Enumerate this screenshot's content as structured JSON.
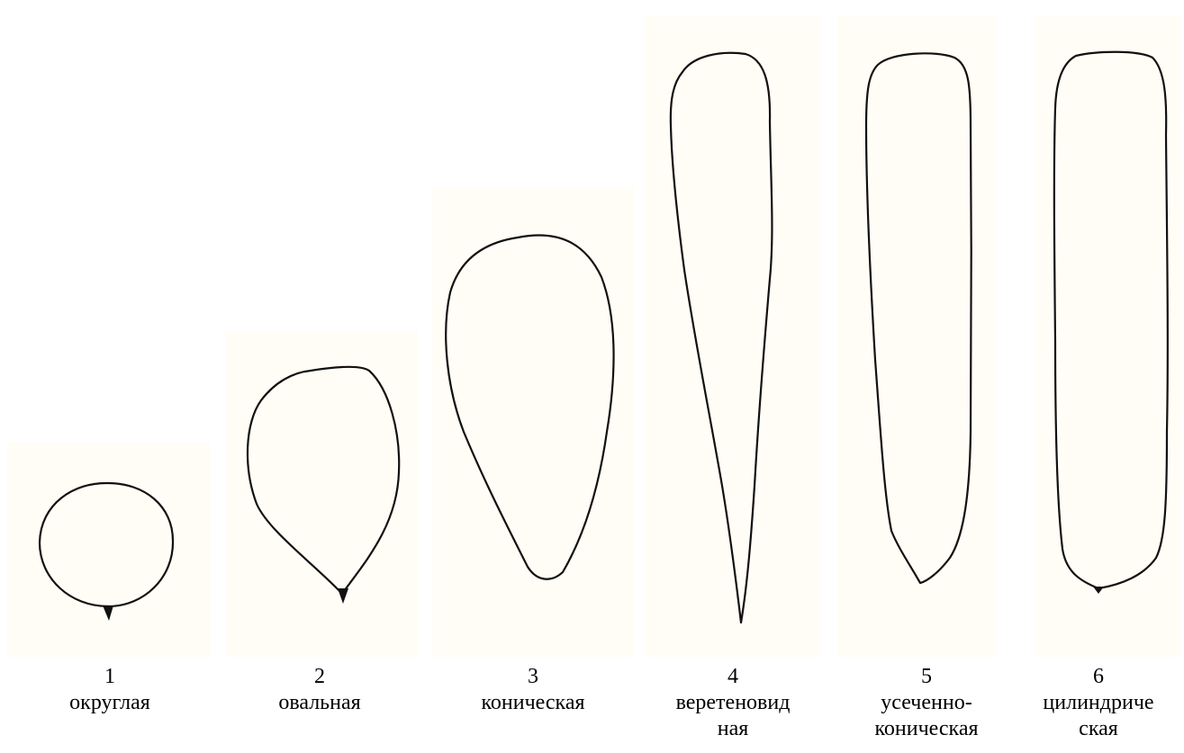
{
  "shapes": [
    {
      "number": "1",
      "name": [
        "округлая"
      ]
    },
    {
      "number": "2",
      "name": [
        "овальная"
      ]
    },
    {
      "number": "3",
      "name": [
        "коническая"
      ]
    },
    {
      "number": "4",
      "name": [
        "веретеновид",
        "ная"
      ]
    },
    {
      "number": "5",
      "name": [
        "усеченно-",
        "коническая"
      ]
    },
    {
      "number": "6",
      "name": [
        "цилиндриче",
        "ская"
      ]
    }
  ],
  "colors": {
    "outline": "#111111",
    "panel_background": "#fffdf6",
    "page_background": "#ffffff"
  }
}
